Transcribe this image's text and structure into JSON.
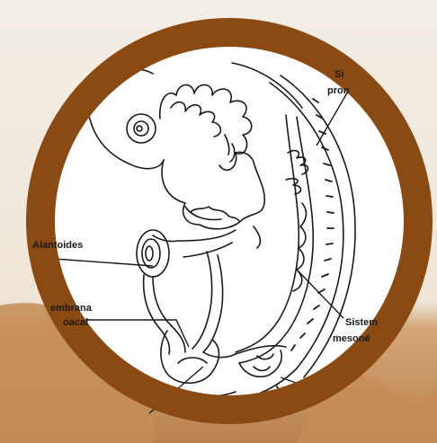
{
  "colors": {
    "ring": "#8a4a12",
    "paper_top": "#f3eee6",
    "paper_bottom": "#c08a55",
    "ink": "#1a1a1a",
    "inner_bg": "#ffffff"
  },
  "labels": {
    "sistema_pronefros_1": "Si",
    "sistema_pronefros_2": "pron",
    "alantoides": "Alantoides",
    "membrana_cloacal_1": "embrana",
    "membrana_cloacal_2": "oacal",
    "sistema_mesonefros_1": "Sistem",
    "sistema_mesonefros_2": "mesoné"
  }
}
